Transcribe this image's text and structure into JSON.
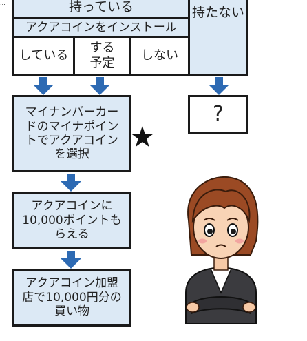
{
  "corner_mark": "...",
  "flow": {
    "top_left_header": "持っている",
    "top_right_header": "持たない",
    "install_header": "アクアコインをインストール",
    "option_yes": "している",
    "option_plan": "する\n予定",
    "option_no": "しない",
    "question_mark": "?",
    "step1": "マイナンバーカー\nドのマイナポイン\nトでアクアコイン\nを選択",
    "star": "★",
    "step2": "アクアコインに\n10,000ポイントも\nらえる",
    "step3": "アクアコイン加盟\n店で10,000円分の\n買い物"
  },
  "colors": {
    "box_fill": "#dce9f5",
    "arrow": "#2d6ab3",
    "border": "#1a1a1a"
  }
}
